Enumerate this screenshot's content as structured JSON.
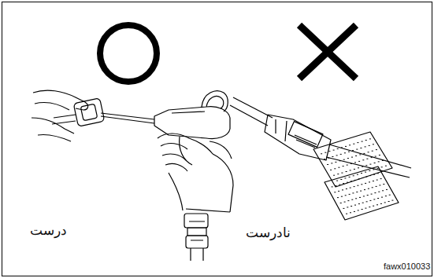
{
  "diagram": {
    "labels": [
      "درست",
      "نادرست",
      "fawx010033"
    ]
  }
}
